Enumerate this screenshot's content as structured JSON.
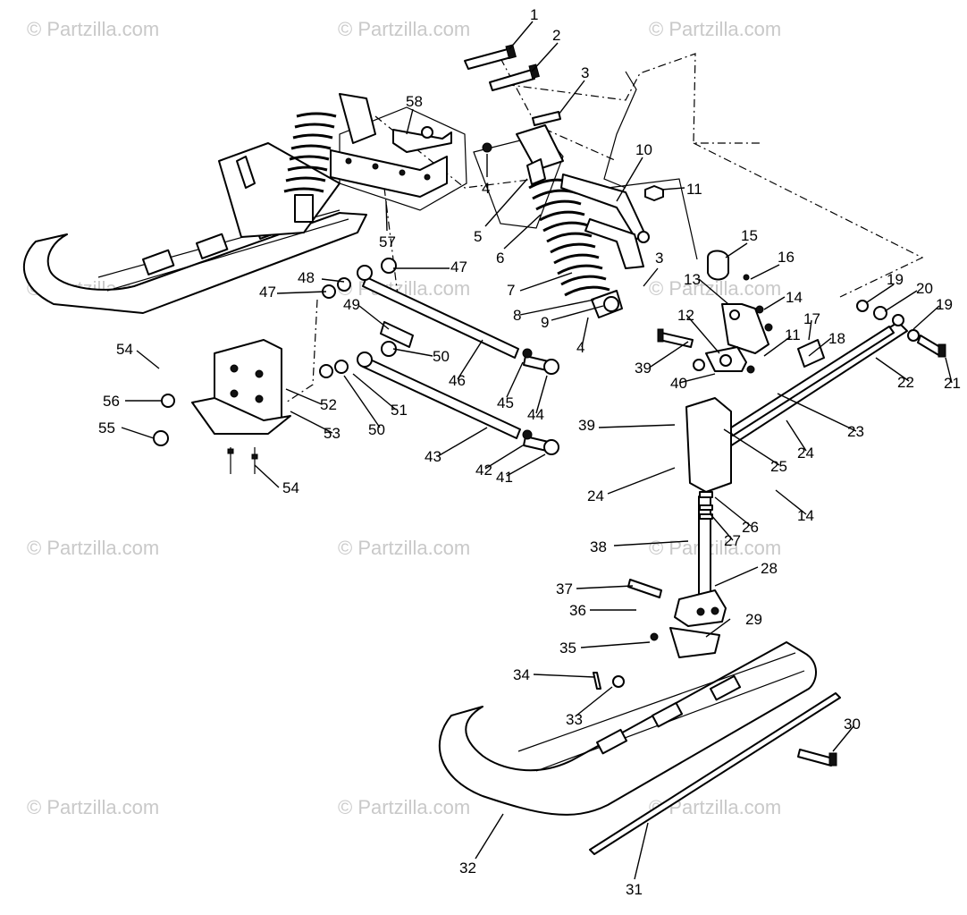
{
  "watermark": {
    "text": "© Partzilla.com"
  },
  "callouts": [
    {
      "n": "1"
    },
    {
      "n": "2"
    },
    {
      "n": "3"
    },
    {
      "n": "58"
    },
    {
      "n": "4"
    },
    {
      "n": "10"
    },
    {
      "n": "11"
    },
    {
      "n": "5"
    },
    {
      "n": "6"
    },
    {
      "n": "57"
    },
    {
      "n": "15"
    },
    {
      "n": "3"
    },
    {
      "n": "16"
    },
    {
      "n": "48"
    },
    {
      "n": "47"
    },
    {
      "n": "47"
    },
    {
      "n": "7"
    },
    {
      "n": "13"
    },
    {
      "n": "14"
    },
    {
      "n": "19"
    },
    {
      "n": "20"
    },
    {
      "n": "19"
    },
    {
      "n": "8"
    },
    {
      "n": "9"
    },
    {
      "n": "49"
    },
    {
      "n": "12"
    },
    {
      "n": "17"
    },
    {
      "n": "18"
    },
    {
      "n": "4"
    },
    {
      "n": "11"
    },
    {
      "n": "54"
    },
    {
      "n": "50"
    },
    {
      "n": "39"
    },
    {
      "n": "22"
    },
    {
      "n": "21"
    },
    {
      "n": "46"
    },
    {
      "n": "52"
    },
    {
      "n": "40"
    },
    {
      "n": "56"
    },
    {
      "n": "45"
    },
    {
      "n": "44"
    },
    {
      "n": "51"
    },
    {
      "n": "53"
    },
    {
      "n": "24"
    },
    {
      "n": "23"
    },
    {
      "n": "50"
    },
    {
      "n": "55"
    },
    {
      "n": "39"
    },
    {
      "n": "43"
    },
    {
      "n": "42"
    },
    {
      "n": "41"
    },
    {
      "n": "25"
    },
    {
      "n": "24"
    },
    {
      "n": "54"
    },
    {
      "n": "14"
    },
    {
      "n": "26"
    },
    {
      "n": "27"
    },
    {
      "n": "38"
    },
    {
      "n": "28"
    },
    {
      "n": "37"
    },
    {
      "n": "36"
    },
    {
      "n": "29"
    },
    {
      "n": "35"
    },
    {
      "n": "34"
    },
    {
      "n": "33"
    },
    {
      "n": "30"
    },
    {
      "n": "32"
    },
    {
      "n": "31"
    }
  ]
}
